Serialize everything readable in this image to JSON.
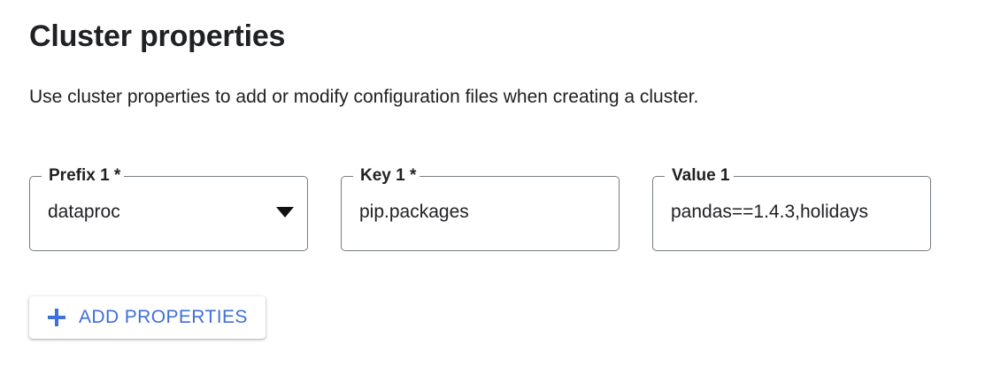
{
  "header": {
    "title": "Cluster properties",
    "description": "Use cluster properties to add or modify configuration files when creating a cluster."
  },
  "form": {
    "fields": [
      {
        "label": "Prefix 1 *",
        "value": "dataproc",
        "type": "select",
        "required": true,
        "icon": "chevron-down-icon"
      },
      {
        "label": "Key 1 *",
        "value": "pip.packages",
        "type": "text",
        "required": true
      },
      {
        "label": "Value 1",
        "value": "pandas==1.4.3,holidays",
        "type": "text",
        "required": false
      }
    ]
  },
  "actions": {
    "add_properties_label": "ADD PROPERTIES",
    "add_properties_icon": "plus-icon"
  },
  "colors": {
    "accent_blue": "#3f6fd8",
    "text_primary": "#202124",
    "field_border": "#757c81",
    "background": "#ffffff"
  }
}
